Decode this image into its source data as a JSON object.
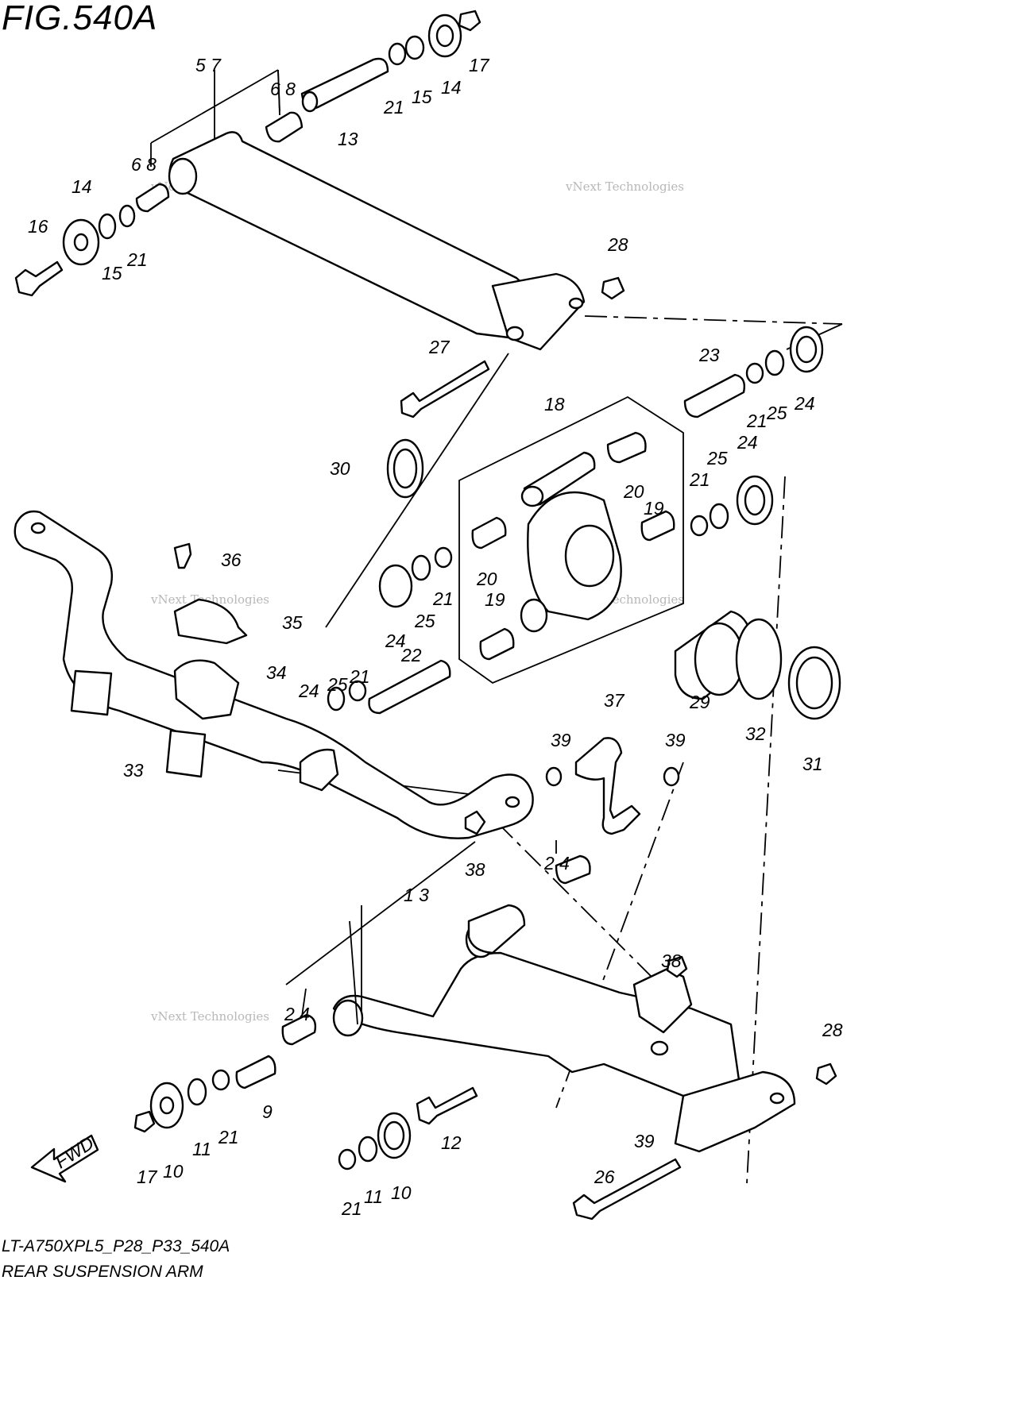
{
  "figure": {
    "title": "FIG.540A",
    "code": "LT-A750XPL5_P28_P33_540A",
    "name": "REAR SUSPENSION ARM"
  },
  "fwd_label": "FWD",
  "watermark": {
    "line1": "vNext Technologies",
    "line2": "vNext Technologies"
  },
  "labels": {
    "l57": "5 7",
    "l68a": "6 8",
    "l68b": "6 8",
    "l13a": "13",
    "l21a": "21",
    "l15a": "15",
    "l14a": "14",
    "l17a": "17",
    "l14b": "14",
    "l16": "16",
    "l15b": "15",
    "l21b": "21",
    "l28a": "28",
    "l27": "27",
    "l23": "23",
    "l21c": "21",
    "l25a": "25",
    "l24a": "24",
    "l18": "18",
    "l30": "30",
    "l25b": "25",
    "l24b": "24",
    "l21d": "21",
    "l20a": "20",
    "l19a": "19",
    "l36": "36",
    "l35": "35",
    "l20b": "20",
    "l21e": "21",
    "l24c": "24",
    "l25c": "25",
    "l19b": "19",
    "l34": "34",
    "l22": "22",
    "l21f": "21",
    "l25d": "25",
    "l24d": "24",
    "l29": "29",
    "l32": "32",
    "l31": "31",
    "l37": "37",
    "l39a": "39",
    "l39b": "39",
    "l33": "33",
    "l38a": "38",
    "l24e": "2 4",
    "l13b": "1 3",
    "l38b": "38",
    "l24f": "2 4",
    "l28b": "28",
    "l9": "9",
    "l21g": "21",
    "l11a": "11",
    "l10a": "10",
    "l17b": "17",
    "l12": "12",
    "l39c": "39",
    "l26": "26",
    "l21h": "21",
    "l11b": "11",
    "l10b": "10"
  }
}
